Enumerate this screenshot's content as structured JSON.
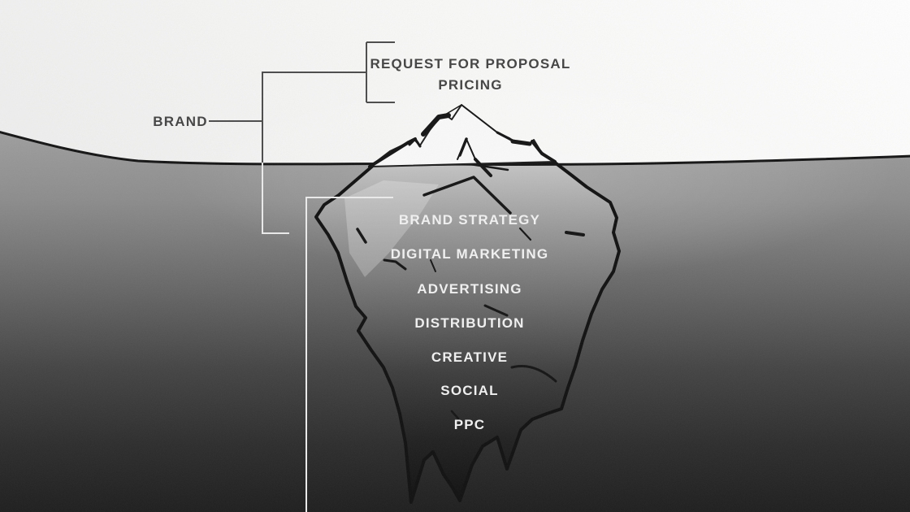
{
  "diagram": {
    "title": "Brand iceberg diagram",
    "brand": {
      "label": "BRAND"
    },
    "above_water": {
      "items": [
        {
          "label": "REQUEST FOR PROPOSAL"
        },
        {
          "label": "PRICING"
        }
      ]
    },
    "below_water": {
      "items": [
        {
          "label": "BRAND STRATEGY"
        },
        {
          "label": "DIGITAL MARKETING"
        },
        {
          "label": "ADVERTISING"
        },
        {
          "label": "DISTRIBUTION"
        },
        {
          "label": "CREATIVE"
        },
        {
          "label": "SOCIAL"
        },
        {
          "label": "PPC"
        }
      ]
    }
  },
  "colors": {
    "ink": "#1a1a1a",
    "line_dark": "#4f4f4f",
    "line_light": "#e9e9e9",
    "text_dark": "#474747",
    "text_light": "#efefef",
    "sky_left": "#e9e9e9",
    "sky_right": "#fdfdfd",
    "water_top": "#9e9e9e",
    "water_bottom": "#1f1f1f",
    "berg_top": "#c4c4c4",
    "berg_bottom": "#121212"
  }
}
